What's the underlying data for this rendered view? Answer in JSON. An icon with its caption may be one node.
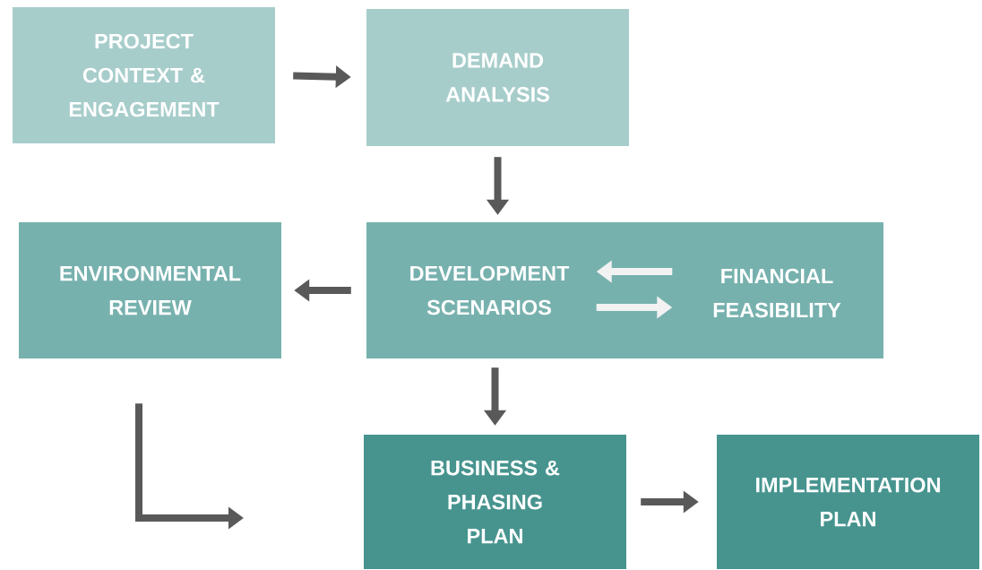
{
  "diagram": {
    "nodes": [
      {
        "text": [
          "PROJECT CONTEXT & ENGAGEMENT"
        ]
      },
      {
        "text": [
          "DEMAND ANALYSIS"
        ]
      },
      {
        "text": [],
        "shape": "box"
      },
      {
        "text": [
          "DEVELOPMENT SCENARIOS"
        ],
        "in": 2
      },
      {
        "text": [
          "FINANCIAL FEASIBILITY"
        ],
        "in": 2
      },
      {
        "text": [
          "ENVIRONMENTAL REVIEW"
        ]
      },
      {
        "text": [
          "BUSINESS & PHASING PLAN"
        ]
      },
      {
        "text": [
          "IMPLEMENTATION PLAN"
        ]
      }
    ],
    "edges": [
      {
        "from": 0,
        "to": 1,
        "arrow": "to"
      },
      {
        "from": 1,
        "to": 2,
        "arrow": "to"
      },
      {
        "from": 2,
        "to": 5,
        "arrow": "to"
      },
      {
        "from": 4,
        "to": 3,
        "arrow": "to",
        "color": "#f2f2f2"
      },
      {
        "from": 3,
        "to": 4,
        "arrow": "to",
        "color": "#f2f2f2"
      },
      {
        "from": 2,
        "to": 6,
        "arrow": "to"
      },
      {
        "from": 5,
        "to": null,
        "arrow": "to"
      },
      {
        "from": 6,
        "to": 7,
        "arrow": "to"
      }
    ]
  }
}
